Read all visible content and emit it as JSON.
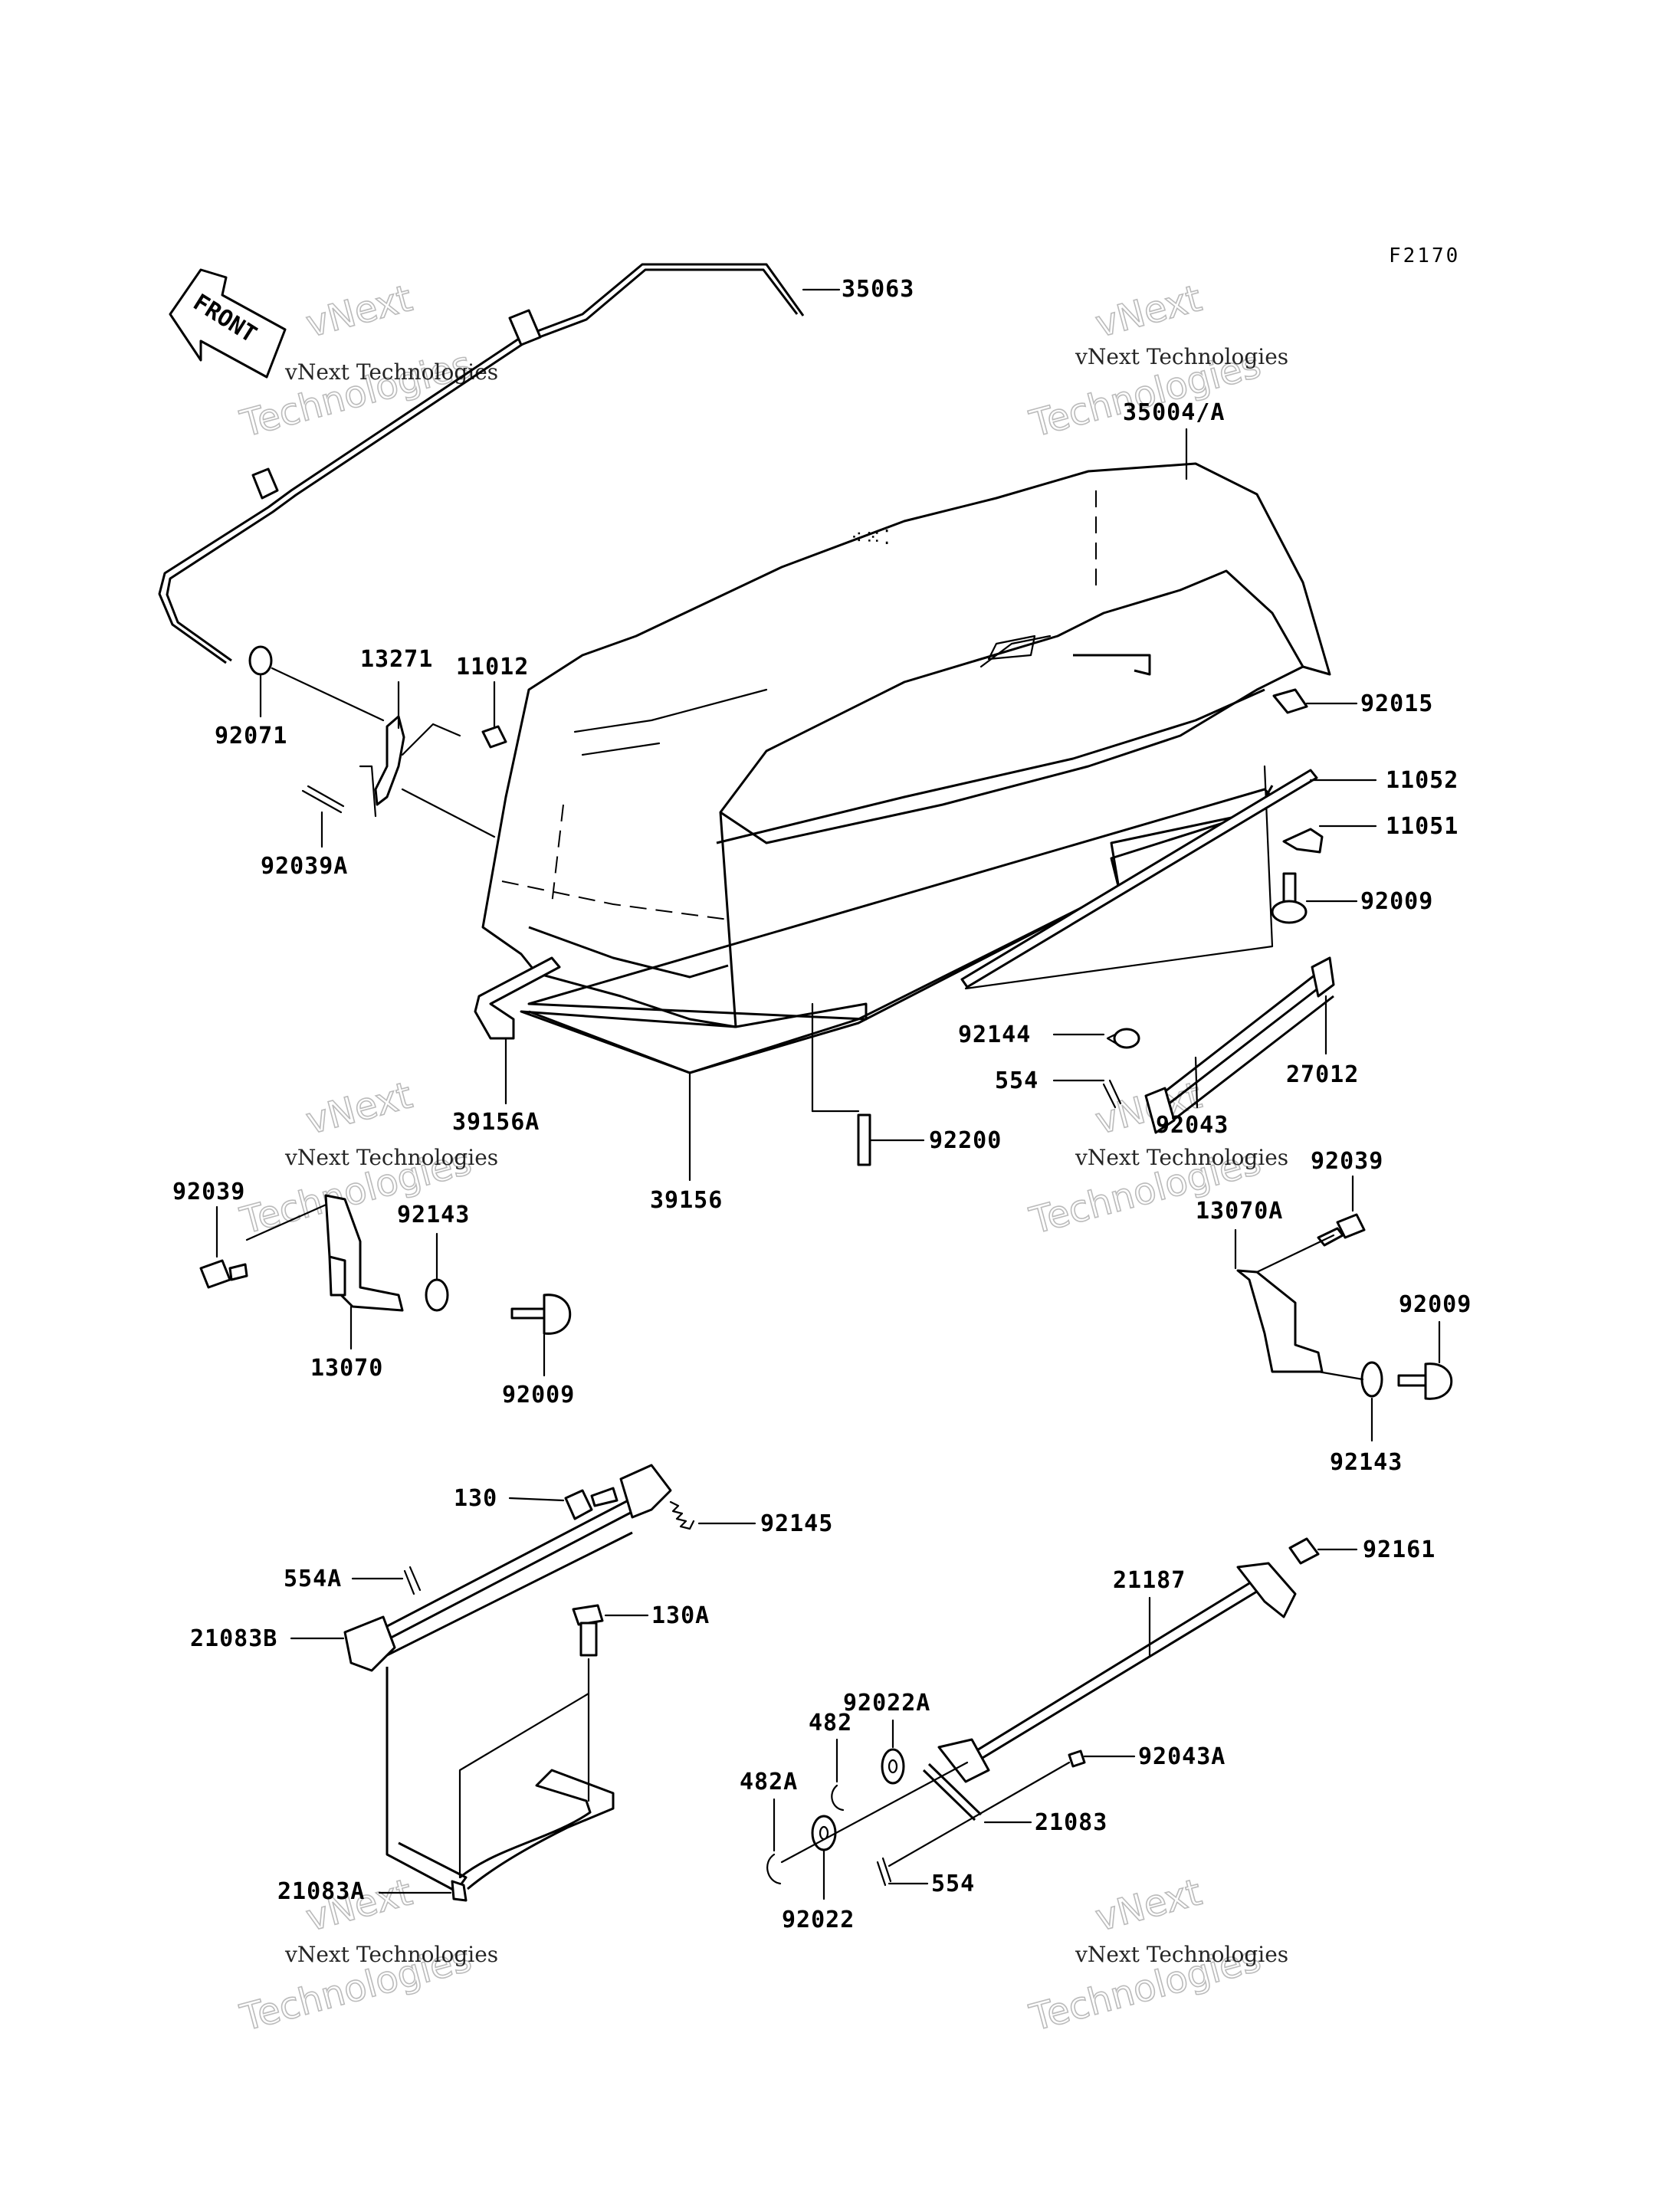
{
  "figure_code": "F2170",
  "front_label": "FRONT",
  "watermark": {
    "line1": "vNext Technologies",
    "line2": "vNext",
    "line3": "Technologies"
  },
  "labels": {
    "p35063": "35063",
    "p35004a": "35004/A",
    "p92015": "92015",
    "p11052": "11052",
    "p11051": "11051",
    "p92009a": "92009",
    "p13271": "13271",
    "p11012": "11012",
    "p92071": "92071",
    "p92039a": "92039A",
    "p39156a": "39156A",
    "p39156": "39156",
    "p92200": "92200",
    "p92144": "92144",
    "p27012": "27012",
    "p554a": "554",
    "p92043": "92043",
    "p92039r": "92039",
    "p13070a": "13070A",
    "p92009r": "92009",
    "p92143r": "92143",
    "p92039l": "92039",
    "p92143l": "92143",
    "p13070": "13070",
    "p92009l": "92009",
    "p130": "130",
    "p92145": "92145",
    "p554A": "554A",
    "p21083b": "21083B",
    "p130a": "130A",
    "p21083a": "21083A",
    "p21187": "21187",
    "p92161": "92161",
    "p92022a": "92022A",
    "p482": "482",
    "p482a": "482A",
    "p92043a": "92043A",
    "p21083": "21083",
    "p554b": "554",
    "p92022": "92022"
  }
}
